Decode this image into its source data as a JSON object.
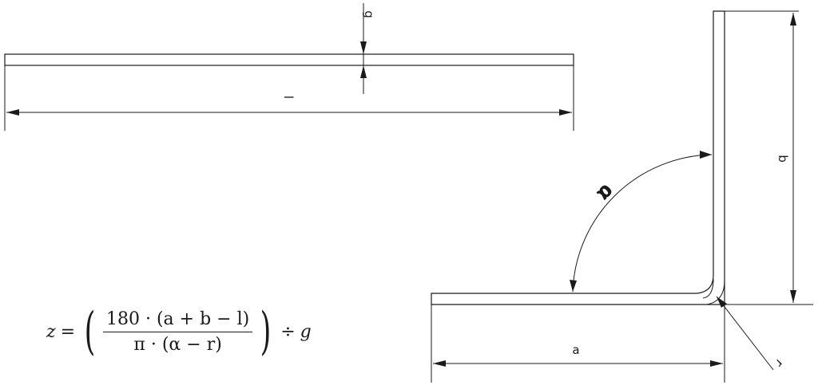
{
  "diagram": {
    "labels": {
      "thickness": "g",
      "length": "l",
      "leg_a": "a",
      "leg_b": "b",
      "angle": "α",
      "radius": "r"
    },
    "formula": {
      "lhs": "z",
      "equals": "=",
      "numerator": "180 · (a + b − l)",
      "denominator": "π · (α − r)",
      "divide": "÷",
      "divisor": "g"
    }
  }
}
